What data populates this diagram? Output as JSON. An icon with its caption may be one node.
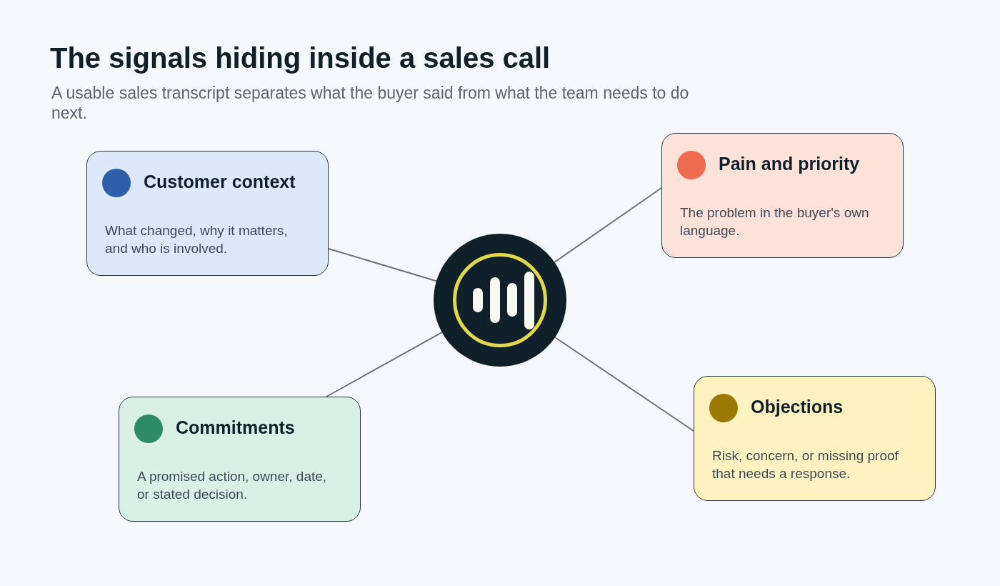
{
  "diagram": {
    "title": "The signals hiding inside a sales call",
    "caption": "A usable sales transcript separates what the buyer said from what the team needs to do next.",
    "nodes": [
      {
        "text": [
          "Customer context",
          "What changed, why it matters, and who is involved."
        ]
      },
      {
        "text": [
          "Pain and priority",
          "The problem in the buyer's own language."
        ]
      },
      {
        "text": [],
        "shape": "circle"
      },
      {
        "text": [
          "Commitments",
          "A promised action, owner, date, or stated decision."
        ]
      },
      {
        "text": [
          "Objections",
          "Risk, concern, or missing proof that needs a response."
        ]
      }
    ],
    "edges": [
      {
        "from": 0,
        "to": 2,
        "arrow": "none"
      },
      {
        "from": 1,
        "to": 2,
        "arrow": "none"
      },
      {
        "from": 3,
        "to": 2,
        "arrow": "none"
      },
      {
        "from": 4,
        "to": 2,
        "arrow": "none"
      }
    ]
  }
}
